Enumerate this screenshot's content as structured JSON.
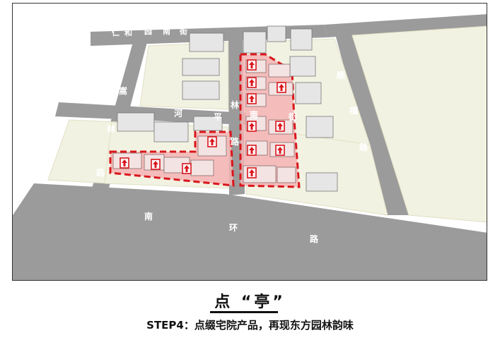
{
  "roads": {
    "north": [
      "仁",
      "和",
      "园",
      "南",
      "街"
    ],
    "west": [
      "嵩",
      "林",
      "路"
    ],
    "middle_h": [
      "河",
      "平",
      "南",
      "街"
    ],
    "middle_v": [
      "路",
      "林"
    ],
    "east": [
      "顺",
      "福",
      "路"
    ],
    "south": [
      "南",
      "环",
      "路"
    ]
  },
  "caption": {
    "title": "点 “亭”",
    "subtitle": "STEP4：点缀宅院产品，再现东方园林韵味"
  },
  "colors": {
    "road": "#9b9b9b",
    "ground": "#f2f2e2",
    "highlight_fill": "#f5b4b4",
    "highlight_border": "#d9161c",
    "building": "#e6e6e6"
  }
}
